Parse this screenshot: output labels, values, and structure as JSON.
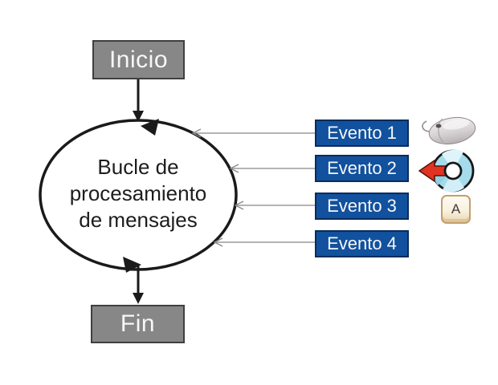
{
  "diagram": {
    "nodes": {
      "start": {
        "label": "Inicio"
      },
      "loop": {
        "lines": [
          "Bucle de",
          "procesamiento",
          "de mensajes"
        ]
      },
      "end": {
        "label": "Fin"
      }
    },
    "events": [
      {
        "label": "Evento 1"
      },
      {
        "label": "Evento 2"
      },
      {
        "label": "Evento 3"
      },
      {
        "label": "Evento 4"
      }
    ],
    "icons": {
      "mouse": {
        "name": "mouse-icon"
      },
      "cd": {
        "name": "cd-arrow-icon"
      },
      "key": {
        "name": "keyboard-key-icon",
        "letter": "A"
      }
    },
    "colors": {
      "node_gray": "#878787",
      "node_gray_border": "#3F3F3F",
      "event_blue": "#11519E",
      "event_blue_border": "#0A2C5C",
      "flow_stroke": "#1A1A1A",
      "connector_gray": "#888888",
      "cd_blue": "#A6DBEC",
      "arrow_red": "#E23222",
      "key_cream": "#F8F1E0",
      "key_border": "#C59E6B"
    }
  }
}
